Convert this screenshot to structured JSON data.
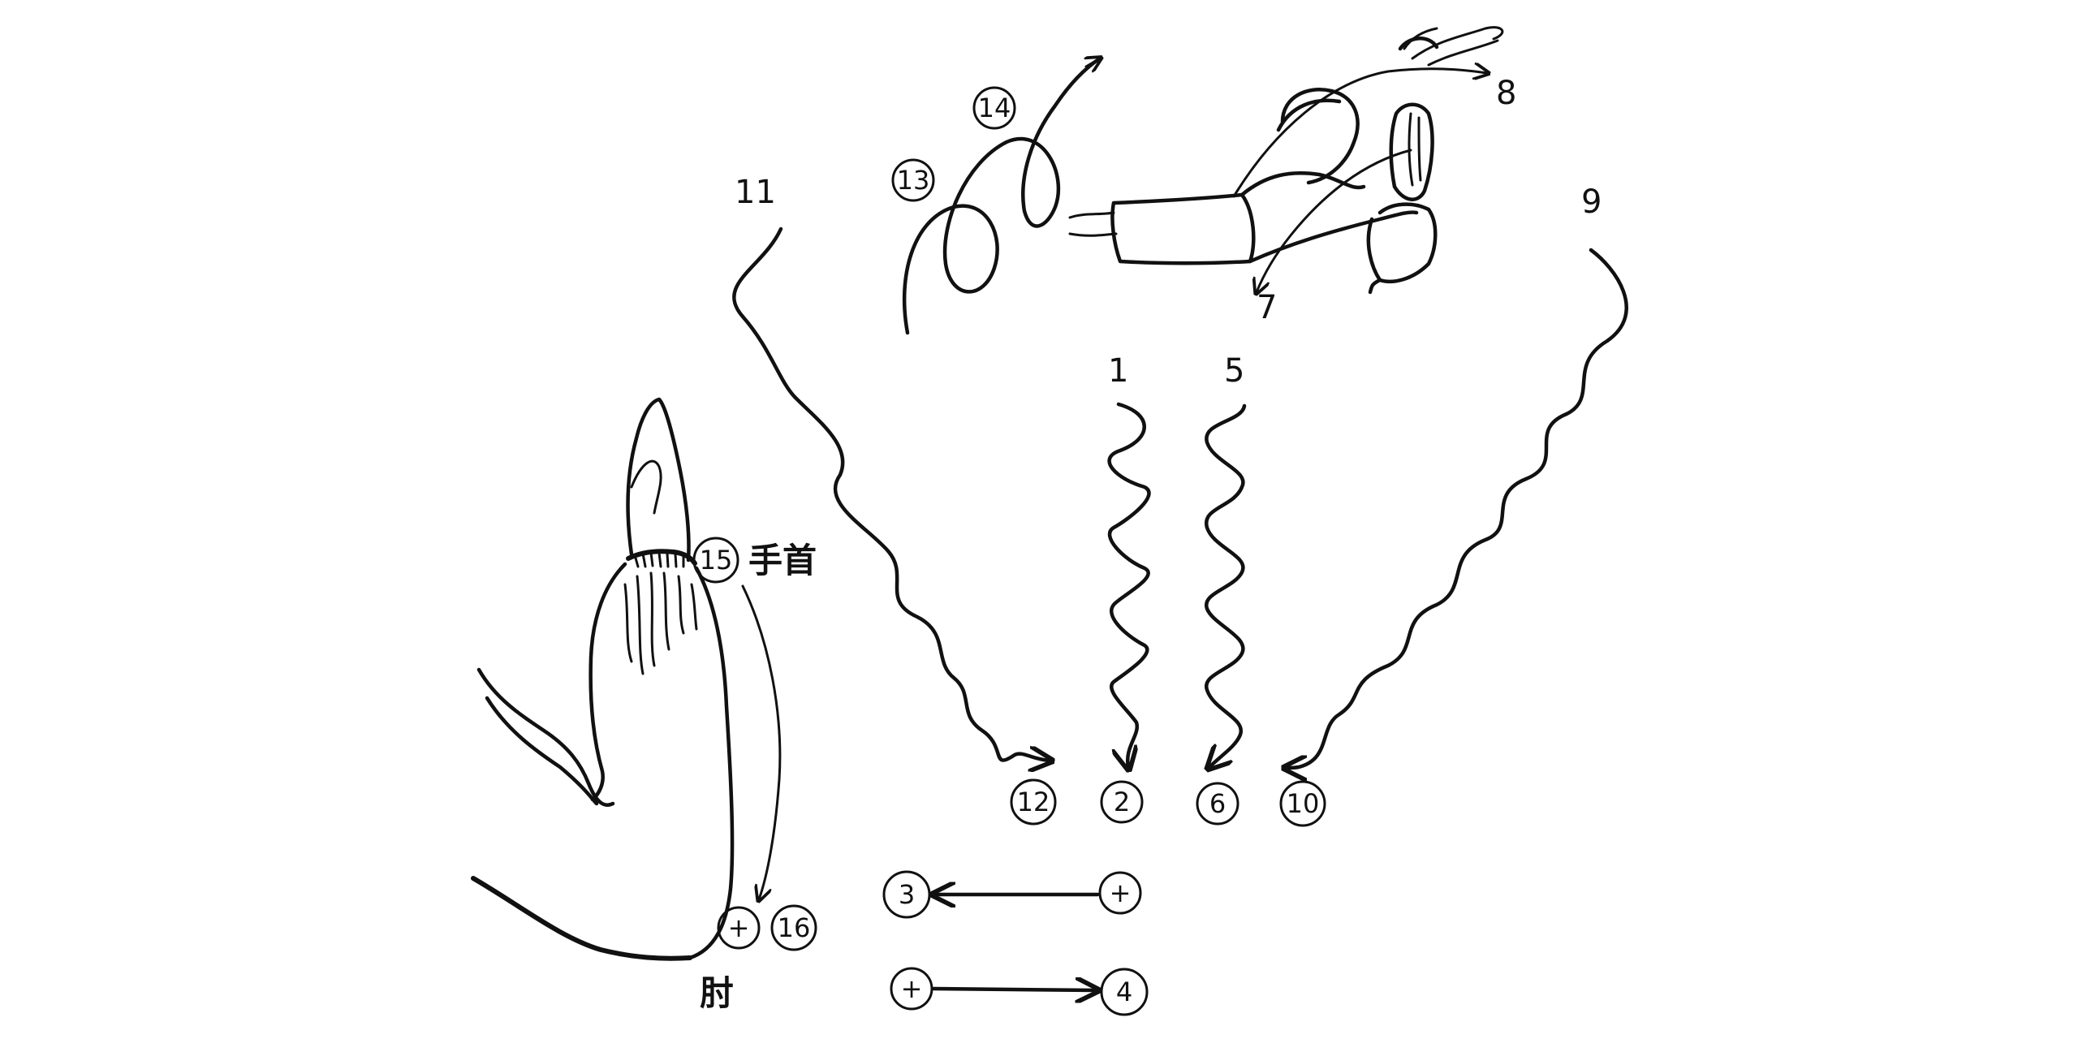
{
  "labels": {
    "n1": "1",
    "n5": "5",
    "n7": "7",
    "n8": "8",
    "n9": "9",
    "n11": "11",
    "c2": "2",
    "c3": "3",
    "c4": "4",
    "c6": "6",
    "c10": "10",
    "c12": "12",
    "c13": "13",
    "c14": "14",
    "c15": "15",
    "c16": "16",
    "plus": "+",
    "wrist": "手首",
    "elbow": "肘"
  },
  "colors": {
    "ink": "#111111",
    "background": "#ffffff"
  }
}
